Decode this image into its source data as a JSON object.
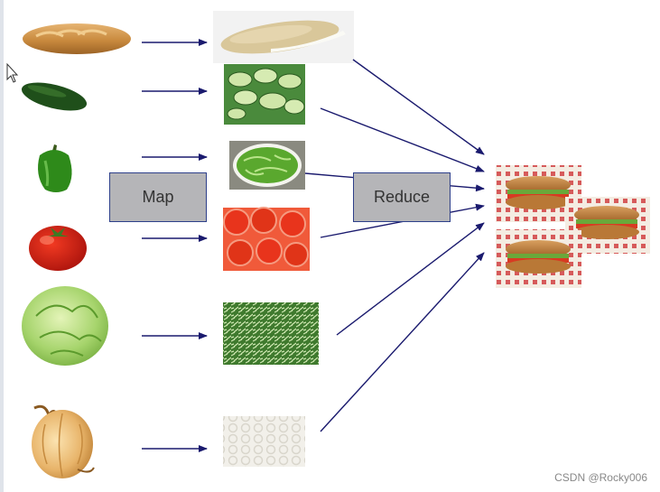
{
  "diagram": {
    "map_label": "Map",
    "reduce_label": "Reduce",
    "watermark": "CSDN @Rocky006",
    "colors": {
      "arrow": "#1a1a6e",
      "box_fill": "#b5b5b8",
      "box_border": "#2d3f8a"
    }
  }
}
